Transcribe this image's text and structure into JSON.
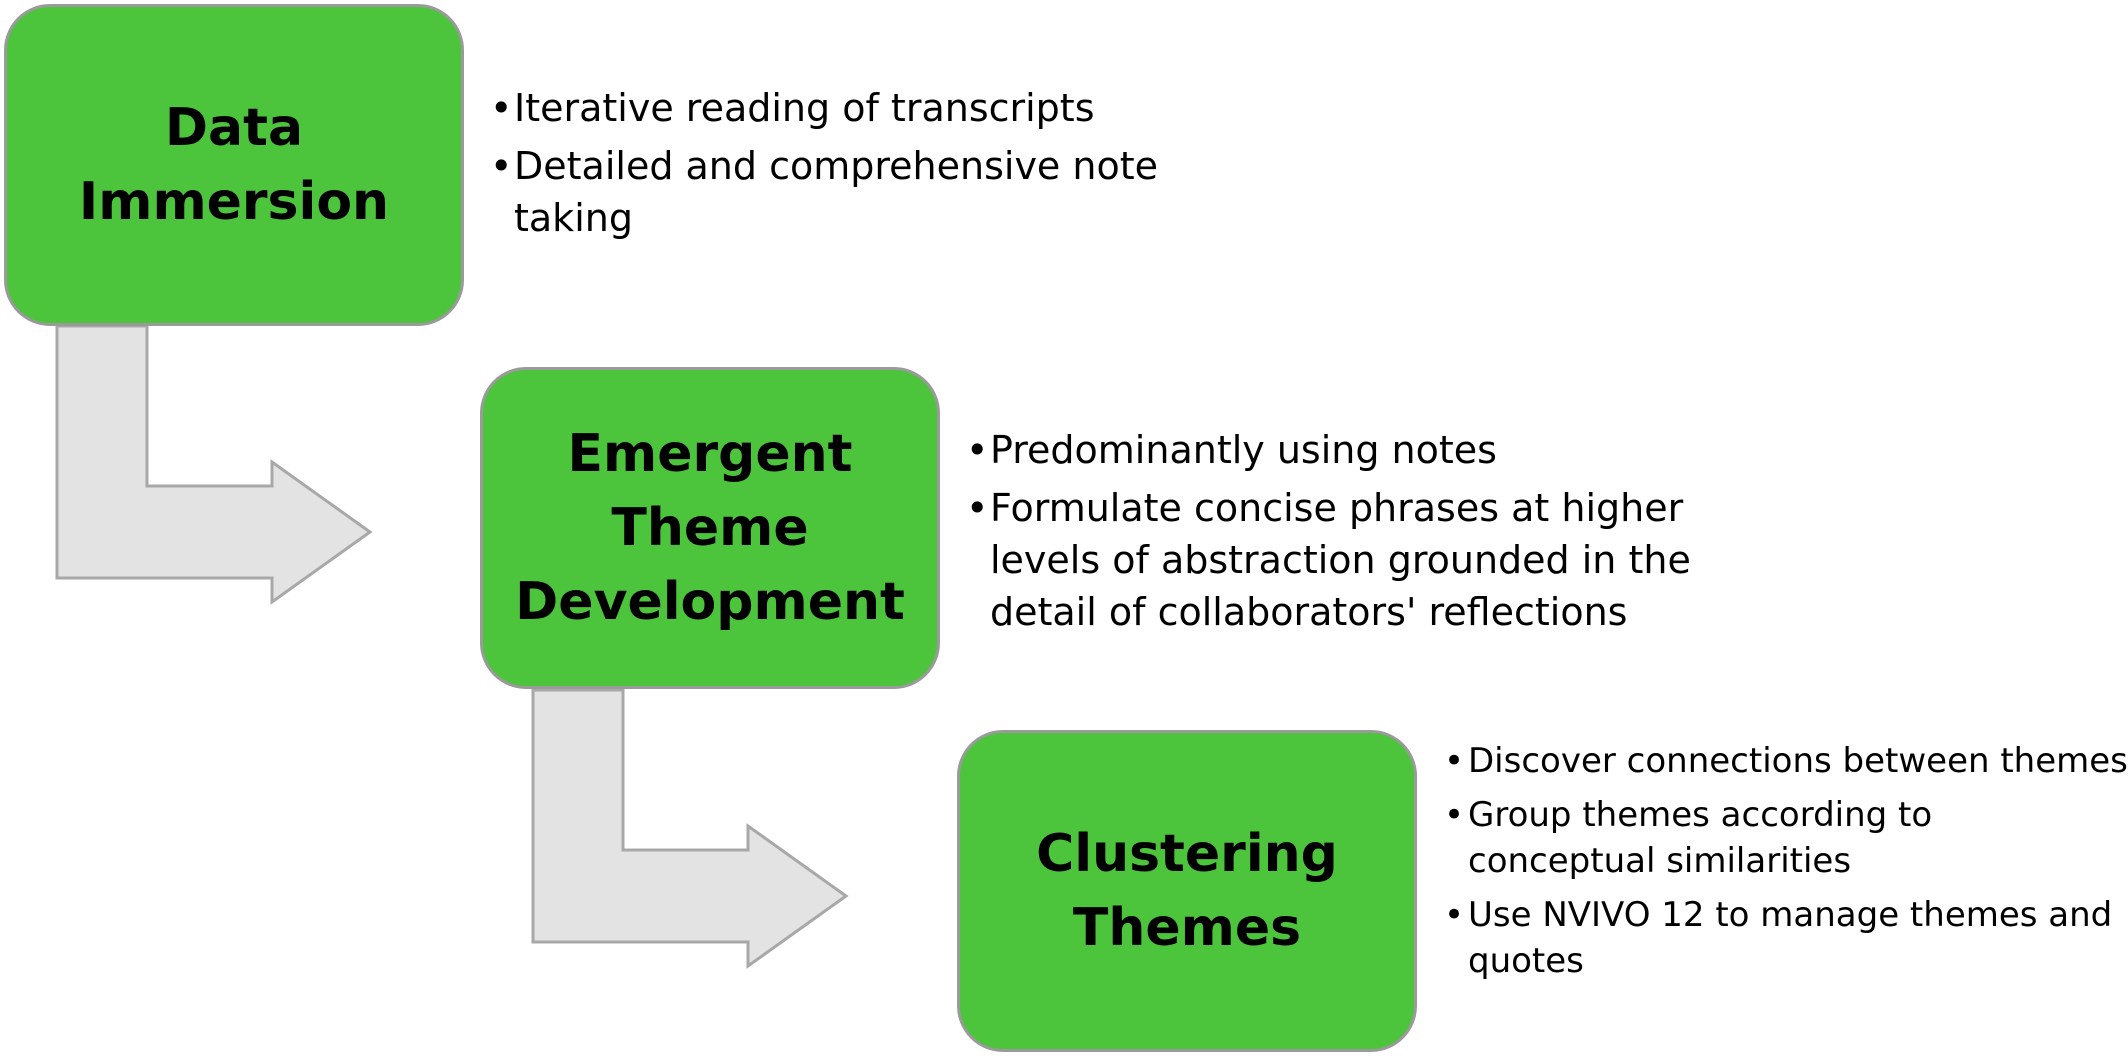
{
  "steps": [
    {
      "title_lines": [
        "Data",
        "Immersion"
      ],
      "bullets": [
        "Iterative reading of transcripts",
        "Detailed and comprehensive note taking"
      ]
    },
    {
      "title_lines": [
        "Emergent",
        "Theme",
        "Development"
      ],
      "bullets": [
        "Predominantly using notes",
        "Formulate concise phrases at higher levels of abstraction grounded in the detail of collaborators' reflections"
      ]
    },
    {
      "title_lines": [
        "Clustering",
        "Themes"
      ],
      "bullets": [
        "Discover connections between themes",
        "Group themes according to conceptual similarities",
        "Use NVIVO 12 to manage themes and quotes"
      ]
    }
  ],
  "bullet_symbol": "•",
  "colors": {
    "box_fill": "#4cc43b",
    "box_border": "#9a9a9a",
    "arrow_fill": "#e3e3e3",
    "arrow_border": "#a8a8a8",
    "text": "#000000"
  }
}
